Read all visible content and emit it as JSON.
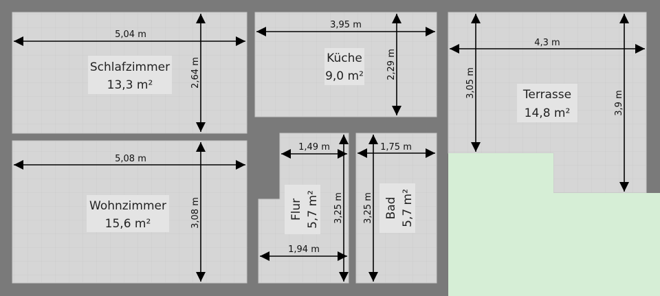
{
  "colors": {
    "wall": "#7a7a7a",
    "room_fill": "#d6d6d6",
    "room_stroke": "#c6c6c6",
    "grid_line": "#c9c9c9",
    "garden": "#d6eed6",
    "label_bg": "#e4e4e4",
    "dimension_line": "#000000"
  },
  "rooms": [
    {
      "id": "schlafzimmer",
      "name": "Schlafzimmer",
      "area": "13,3 m²"
    },
    {
      "id": "kueche",
      "name": "Küche",
      "area": "9,0 m²"
    },
    {
      "id": "terrasse",
      "name": "Terrasse",
      "area": "14,8 m²"
    },
    {
      "id": "wohnzimmer",
      "name": "Wohnzimmer",
      "area": "15,6 m²"
    },
    {
      "id": "flur",
      "name": "Flur",
      "area": "5,7 m²"
    },
    {
      "id": "bad",
      "name": "Bad",
      "area": "5,7 m²"
    }
  ],
  "dimensions": [
    {
      "id": "schlafzimmer-width",
      "value": "5,04 m"
    },
    {
      "id": "schlafzimmer-height",
      "value": "2,64 m"
    },
    {
      "id": "kueche-width",
      "value": "3,95 m"
    },
    {
      "id": "kueche-height",
      "value": "2,29 m"
    },
    {
      "id": "terrasse-width",
      "value": "4,3 m"
    },
    {
      "id": "terrasse-height-left",
      "value": "3,05 m"
    },
    {
      "id": "terrasse-height-right",
      "value": "3,9 m"
    },
    {
      "id": "wohnzimmer-width",
      "value": "5,08 m"
    },
    {
      "id": "wohnzimmer-height",
      "value": "3,08 m"
    },
    {
      "id": "flur-width-top",
      "value": "1,49 m"
    },
    {
      "id": "flur-width-bottom",
      "value": "1,94 m"
    },
    {
      "id": "flur-height",
      "value": "3,25 m"
    },
    {
      "id": "bad-width",
      "value": "1,75 m"
    },
    {
      "id": "bad-height",
      "value": "3,25 m"
    }
  ]
}
